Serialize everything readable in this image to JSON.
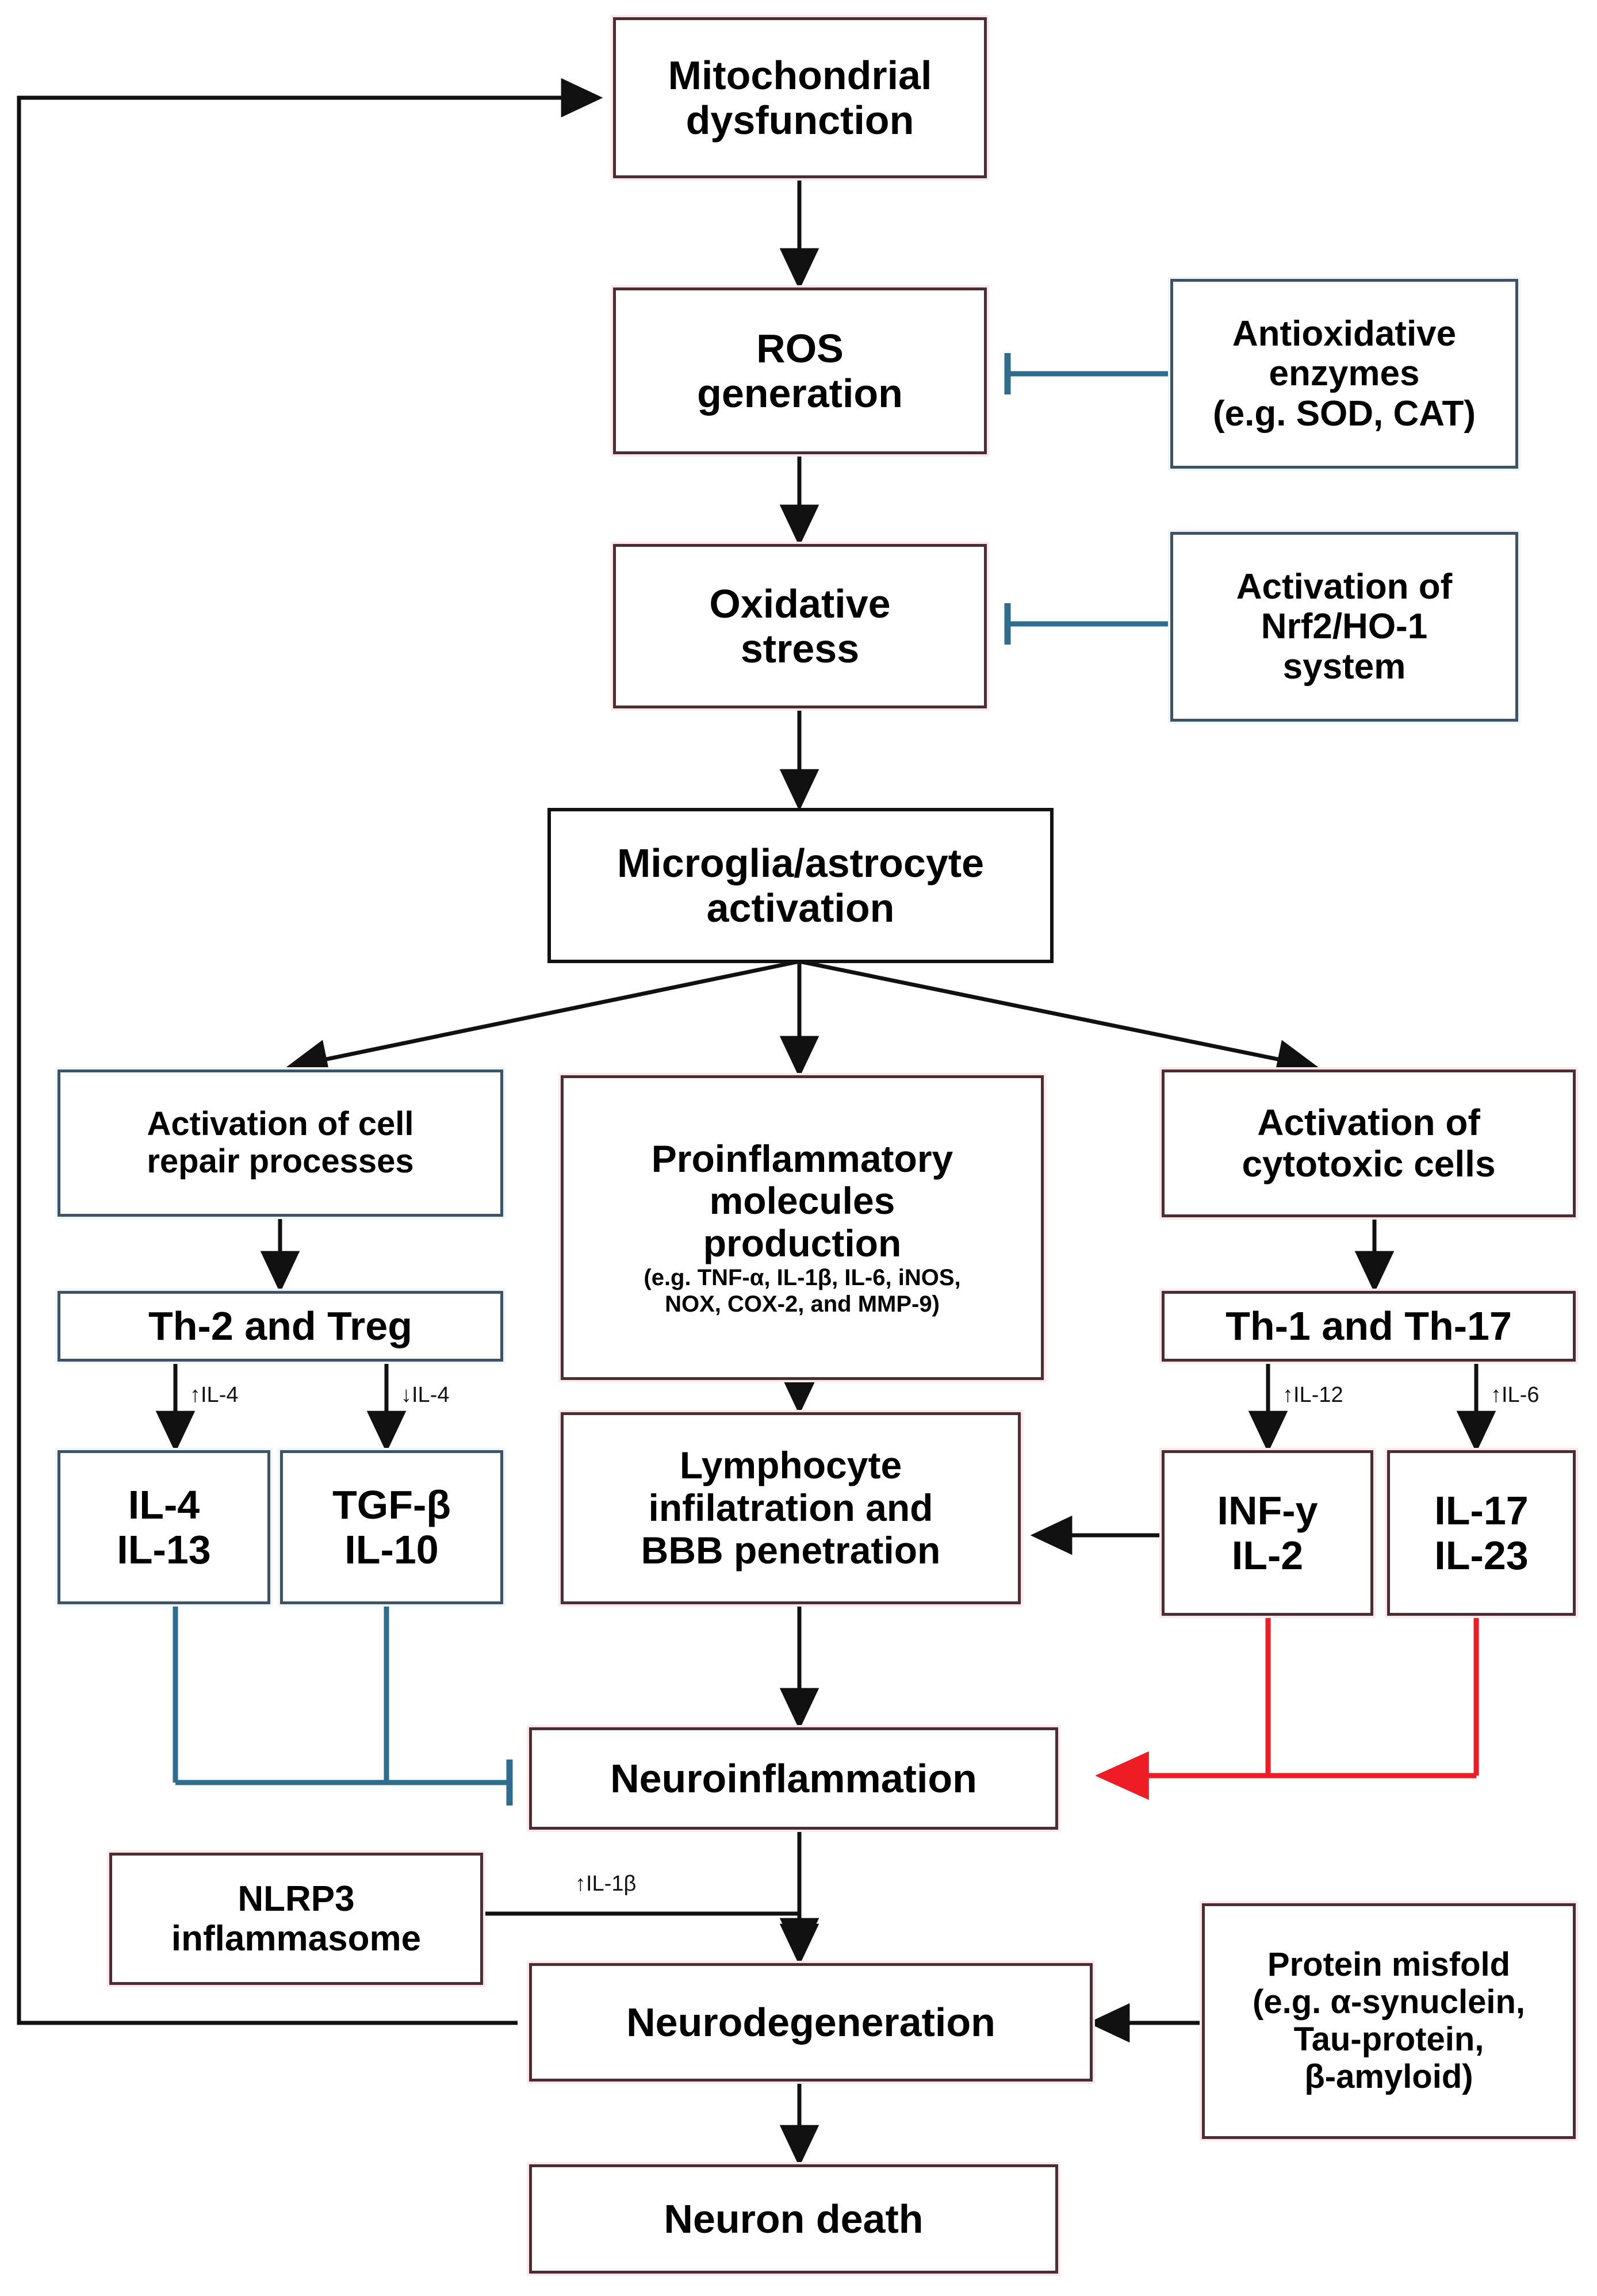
{
  "diagram": {
    "title": "Neuroinflammation and neurodegeneration pathway",
    "colors": {
      "red_border": "#4a2e33",
      "blue_border": "#3d5466",
      "black_border": "#111111",
      "red_edge": "#ee1c25",
      "blue_edge": "#2e6d8e",
      "black_edge": "#111111",
      "background": "#ffffff"
    }
  },
  "nodes": {
    "mitochondrial_dysfunction": {
      "line1": "Mitochondrial",
      "line2": "dysfunction",
      "style": "red"
    },
    "ros_generation": {
      "line1": "ROS",
      "line2": "generation",
      "style": "red"
    },
    "antioxidative_enzymes": {
      "line1": "Antioxidative",
      "line2": "enzymes",
      "line3": "(e.g. SOD, CAT)",
      "style": "blue"
    },
    "oxidative_stress": {
      "line1": "Oxidative",
      "line2": "stress",
      "style": "red"
    },
    "nrf2_activation": {
      "line1": "Activation of",
      "line2": "Nrf2/HO-1",
      "line3": "system",
      "style": "blue"
    },
    "microglia_astrocyte_activation": {
      "line1": "Microglia/astrocyte",
      "line2": "activation",
      "style": "black"
    },
    "cell_repair_activation": {
      "line1": "Activation of cell",
      "line2": "repair processes",
      "style": "blue"
    },
    "proinflammatory_production": {
      "line1": "Proinflammatory",
      "line2": "molecules",
      "line3": "production",
      "sub1": "(e.g. TNF-α, IL-1β, IL-6, iNOS,",
      "sub2": "NOX, COX-2, and MMP-9)",
      "style": "red"
    },
    "cytotoxic_activation": {
      "line1": "Activation of",
      "line2": "cytotoxic cells",
      "style": "red"
    },
    "th2_treg": {
      "line1": "Th-2 and Treg",
      "style": "blue"
    },
    "th1_th17": {
      "line1": "Th-1 and Th-17",
      "style": "red"
    },
    "il4_il13": {
      "line1": "IL-4",
      "line2": "IL-13",
      "style": "blue"
    },
    "tgfb_il10": {
      "line1": "TGF-β",
      "line2": "IL-10",
      "style": "blue"
    },
    "lymphocyte_infiltration": {
      "line1": "Lymphocyte",
      "line2": "infilatration and",
      "line3": "BBB penetration",
      "style": "red"
    },
    "inf_y_il2": {
      "line1": "INF-y",
      "line2": "IL-2",
      "style": "red"
    },
    "il17_il23": {
      "line1": "IL-17",
      "line2": "IL-23",
      "style": "red"
    },
    "neuroinflammation": {
      "line1": "Neuroinflammation",
      "style": "red"
    },
    "nlrp3_inflammasome": {
      "line1": "NLRP3",
      "line2": "inflammasome",
      "style": "red"
    },
    "neurodegeneration": {
      "line1": "Neurodegeneration",
      "style": "red"
    },
    "protein_misfold": {
      "line1": "Protein misfold",
      "line2": "(e.g. α-synuclein,",
      "line3": "Tau-protein,",
      "line4": "β-amyloid)",
      "style": "red"
    },
    "neuron_death": {
      "line1": "Neuron death",
      "style": "red"
    }
  },
  "edge_labels": {
    "il4_up": "↑IL-4",
    "il4_down": "↓IL-4",
    "il12_up": "↑IL-12",
    "il6_up": "↑IL-6",
    "il1b_up": "↑IL-1β"
  }
}
